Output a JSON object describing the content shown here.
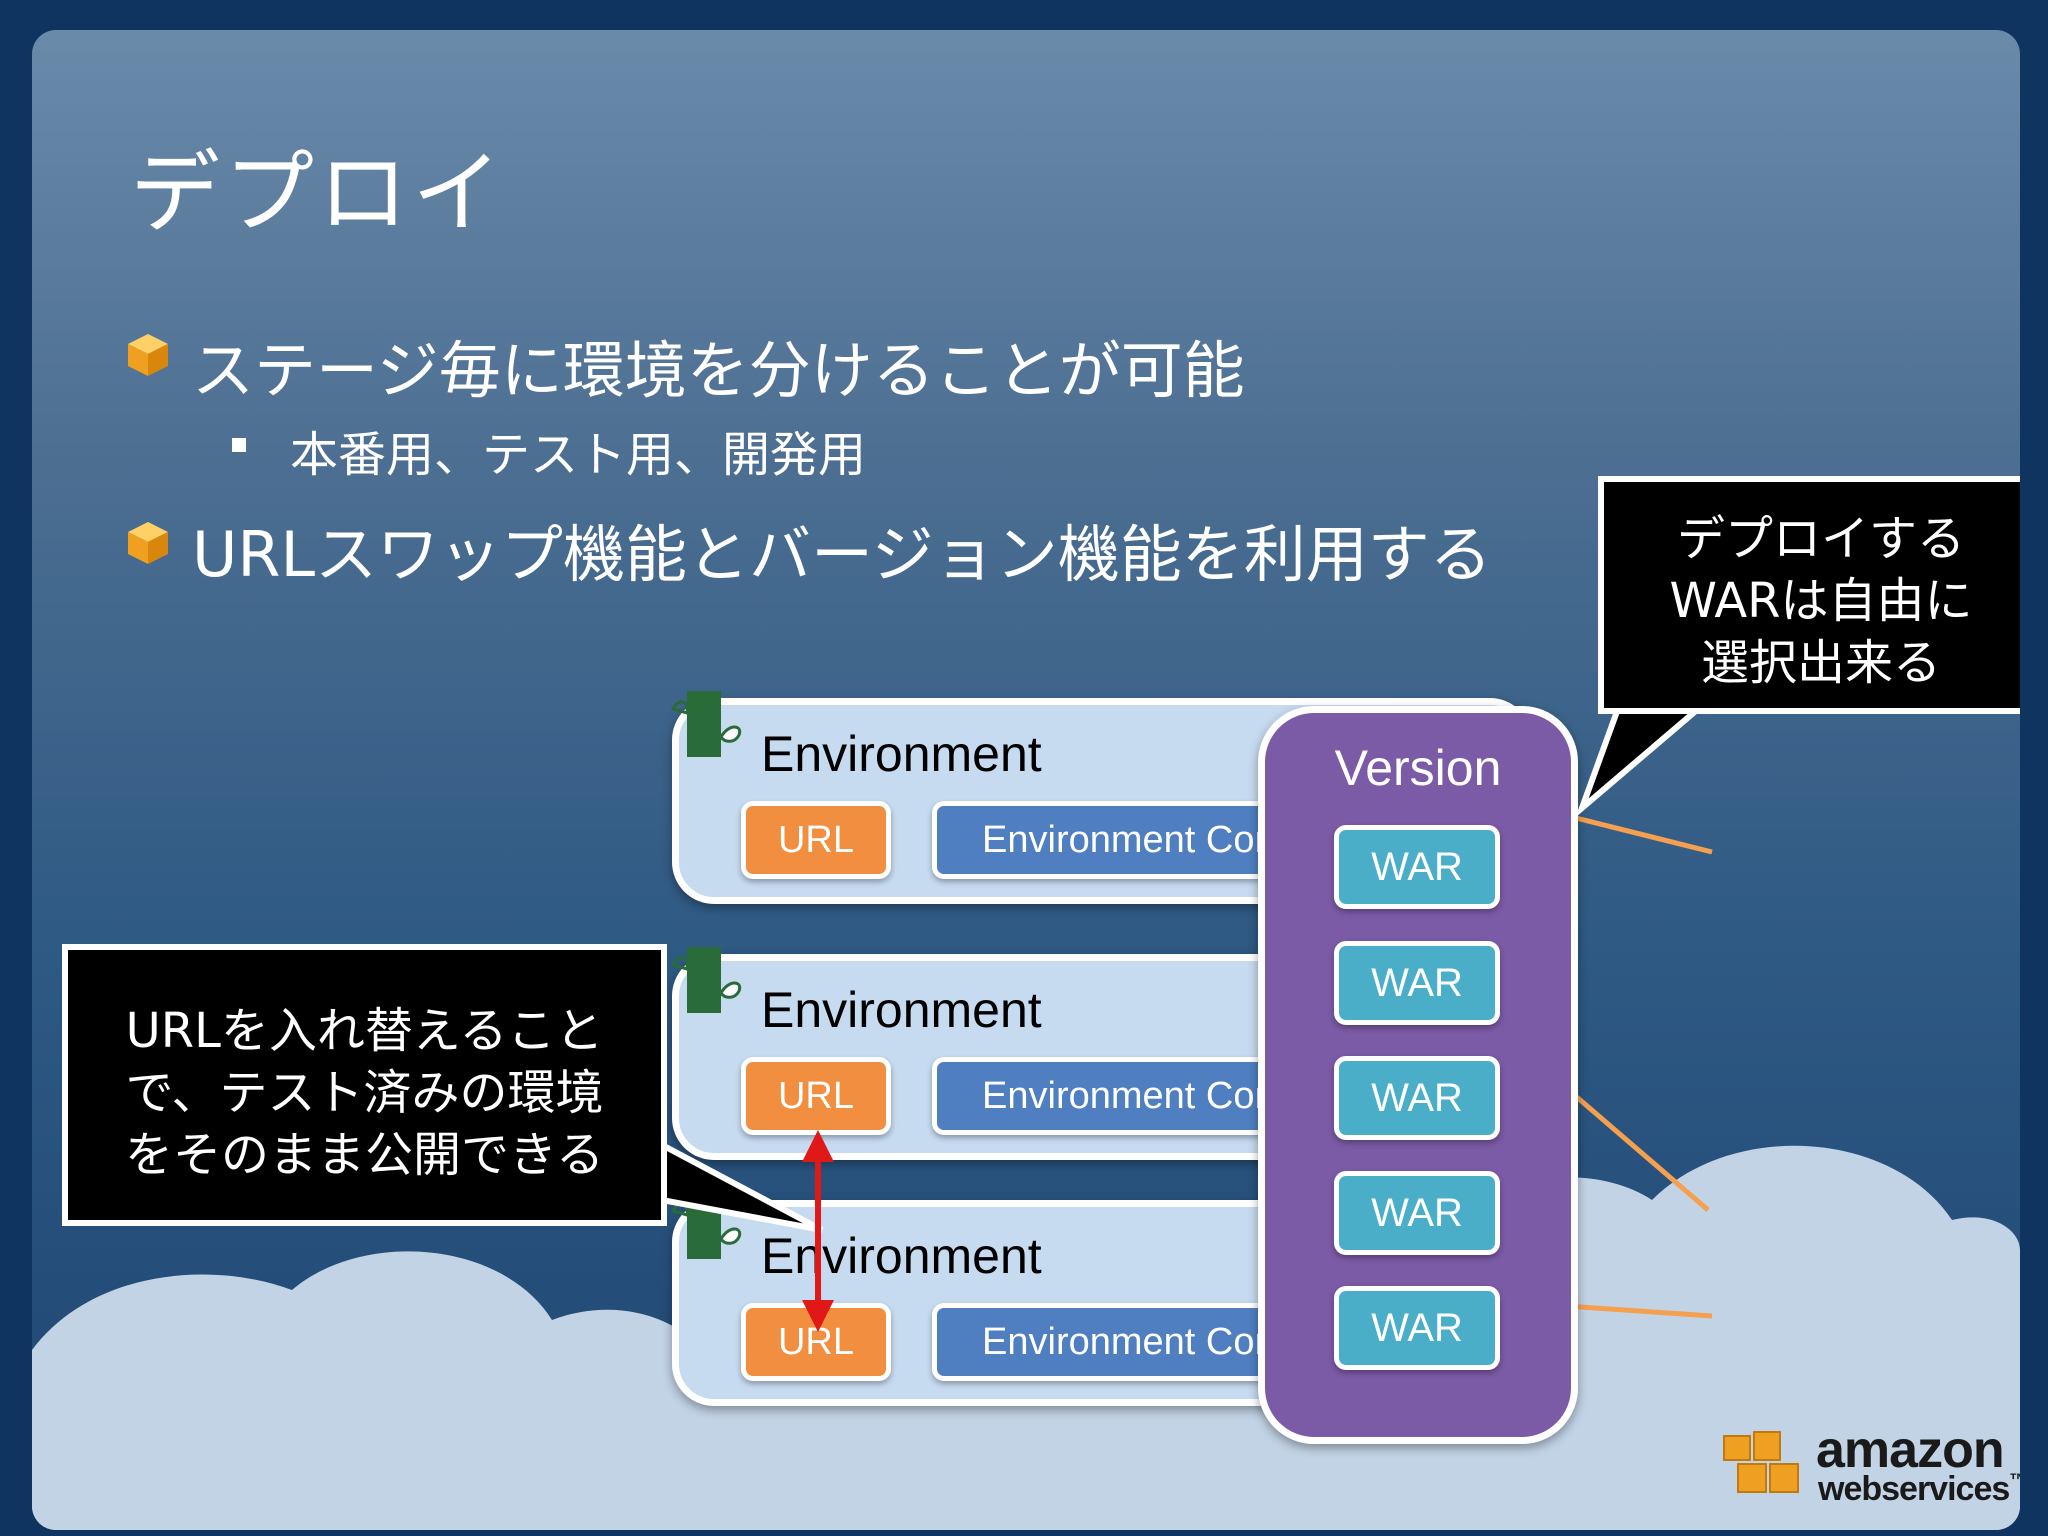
{
  "slide": {
    "title": "デプロイ",
    "bullets": [
      "ステージ毎に環境を分けることが可能",
      "URLスワップ機能とバージョン機能を利用する"
    ],
    "sub_bullets": [
      "本番用、テスト用、開発用"
    ]
  },
  "diagram": {
    "environments": [
      {
        "label": "Environment",
        "url": "URL",
        "config": "Environment Configuration"
      },
      {
        "label": "Environment",
        "url": "URL",
        "config": "Environment Configuration"
      },
      {
        "label": "Environment",
        "url": "URL",
        "config": "Environment Configuration"
      }
    ],
    "version": {
      "label": "Version",
      "wars": [
        "WAR",
        "WAR",
        "WAR",
        "WAR",
        "WAR"
      ]
    },
    "callouts": {
      "left": "URLを入れ替えること\nで、テスト済みの環境\nをそのまま公開できる",
      "right": "デプロイする\nWARは自由に\n選択出来る"
    },
    "colors": {
      "url": "#f28e3f",
      "config": "#4f7fc0",
      "war": "#4aaec8",
      "version": "#7b5aa6",
      "connector": "#f5a04f",
      "swap_arrow": "#e01818"
    }
  },
  "logo": {
    "brand": "amazon",
    "sub": "webservices",
    "tm": "™"
  }
}
